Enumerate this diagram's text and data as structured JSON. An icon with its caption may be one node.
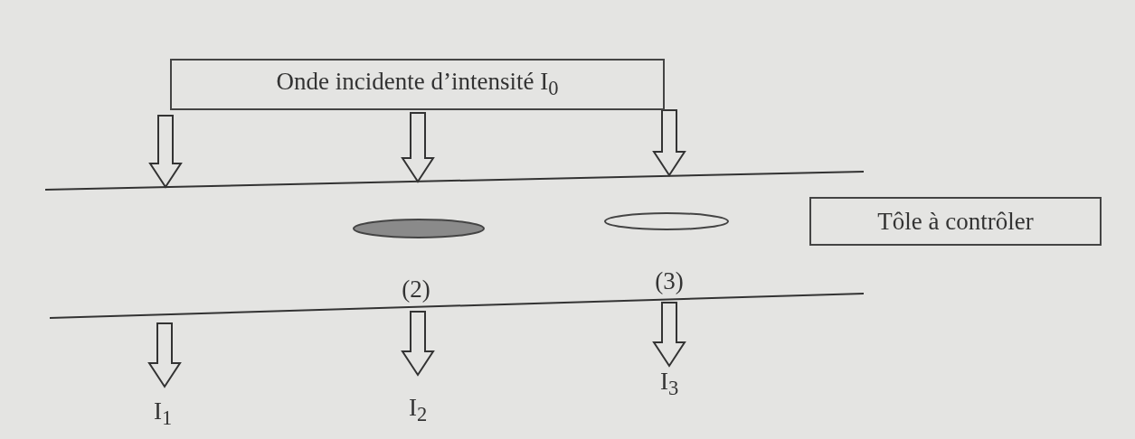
{
  "diagram": {
    "nodes": [
      {
        "text": [
          "Onde incidente d’intensité I$_{0}$"
        ]
      },
      {
        "text": [
          "Tôle à contrôler"
        ]
      }
    ],
    "labels": [
      "(2)",
      "(3)",
      "I$_{1}$",
      "I$_{2}$",
      "I$_{3}$"
    ]
  }
}
